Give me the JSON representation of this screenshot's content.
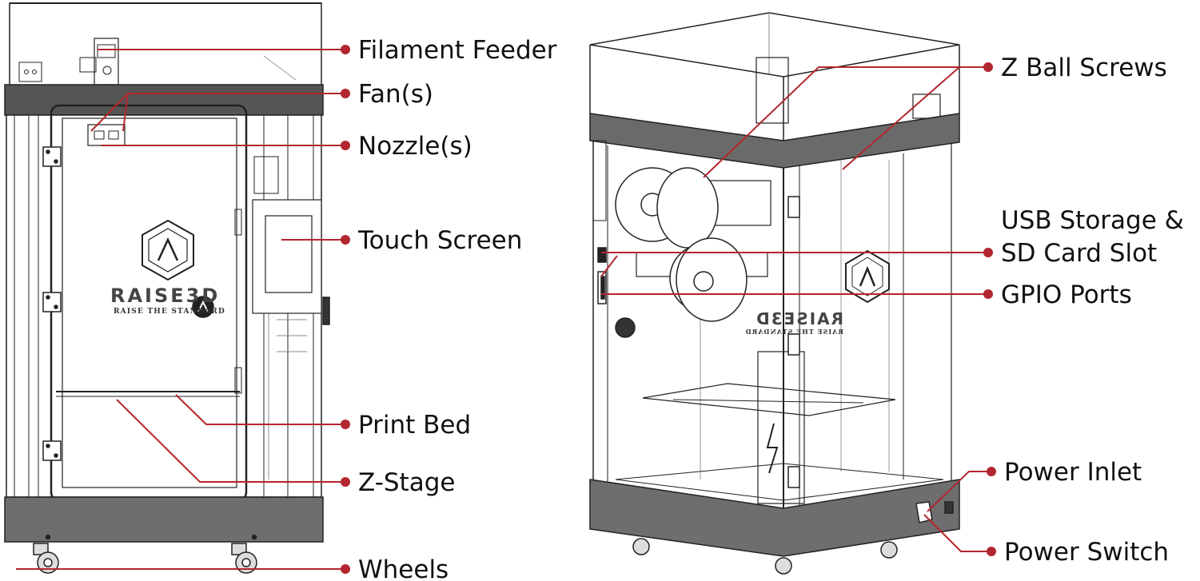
{
  "colors": {
    "leader": "#b3262f",
    "frame": "#555555",
    "base": "#6e6e6e",
    "outline": "#222222"
  },
  "branding": {
    "name": "RAISE3D",
    "tagline": "RAISE THE STANDARD"
  },
  "labels": {
    "filament_feeder": "Filament Feeder",
    "fans": "Fan(s)",
    "nozzles": "Nozzle(s)",
    "touch_screen": "Touch Screen",
    "print_bed": "Print Bed",
    "z_stage": "Z-Stage",
    "wheels": "Wheels",
    "z_ball_screws": "Z Ball Screws",
    "usb_storage_line1": "USB Storage &",
    "usb_storage_line2": "SD Card Slot",
    "gpio_ports": "GPIO Ports",
    "power_inlet": "Power Inlet",
    "power_switch": "Power Switch"
  }
}
